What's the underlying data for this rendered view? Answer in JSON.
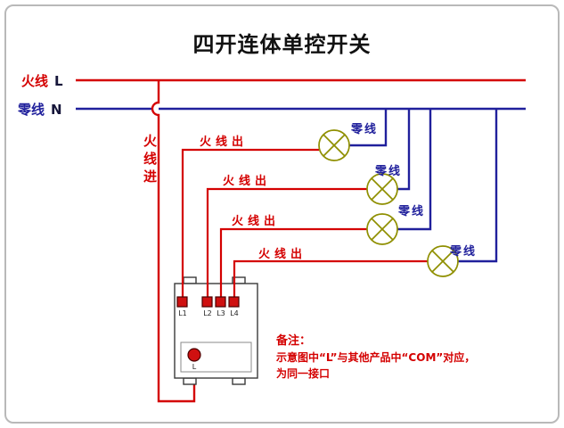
{
  "title": "四开连体单控开关",
  "bus": {
    "live_name": "火线",
    "live_letter": "L",
    "neutral_name": "零线",
    "neutral_letter": "N"
  },
  "wires": {
    "live_in": "火线进",
    "live_out": "火线出",
    "neutral": "零线"
  },
  "switch": {
    "terminals": [
      "L1",
      "L2",
      "L3",
      "L4"
    ],
    "com": "L"
  },
  "note": {
    "heading": "备注：",
    "line1": "示意图中“L”与其他产品中“COM”对应，",
    "line2": "为同一接口"
  },
  "colors": {
    "live": "#d40000",
    "neutral": "#20209c",
    "lamp": "#8f8f00"
  }
}
